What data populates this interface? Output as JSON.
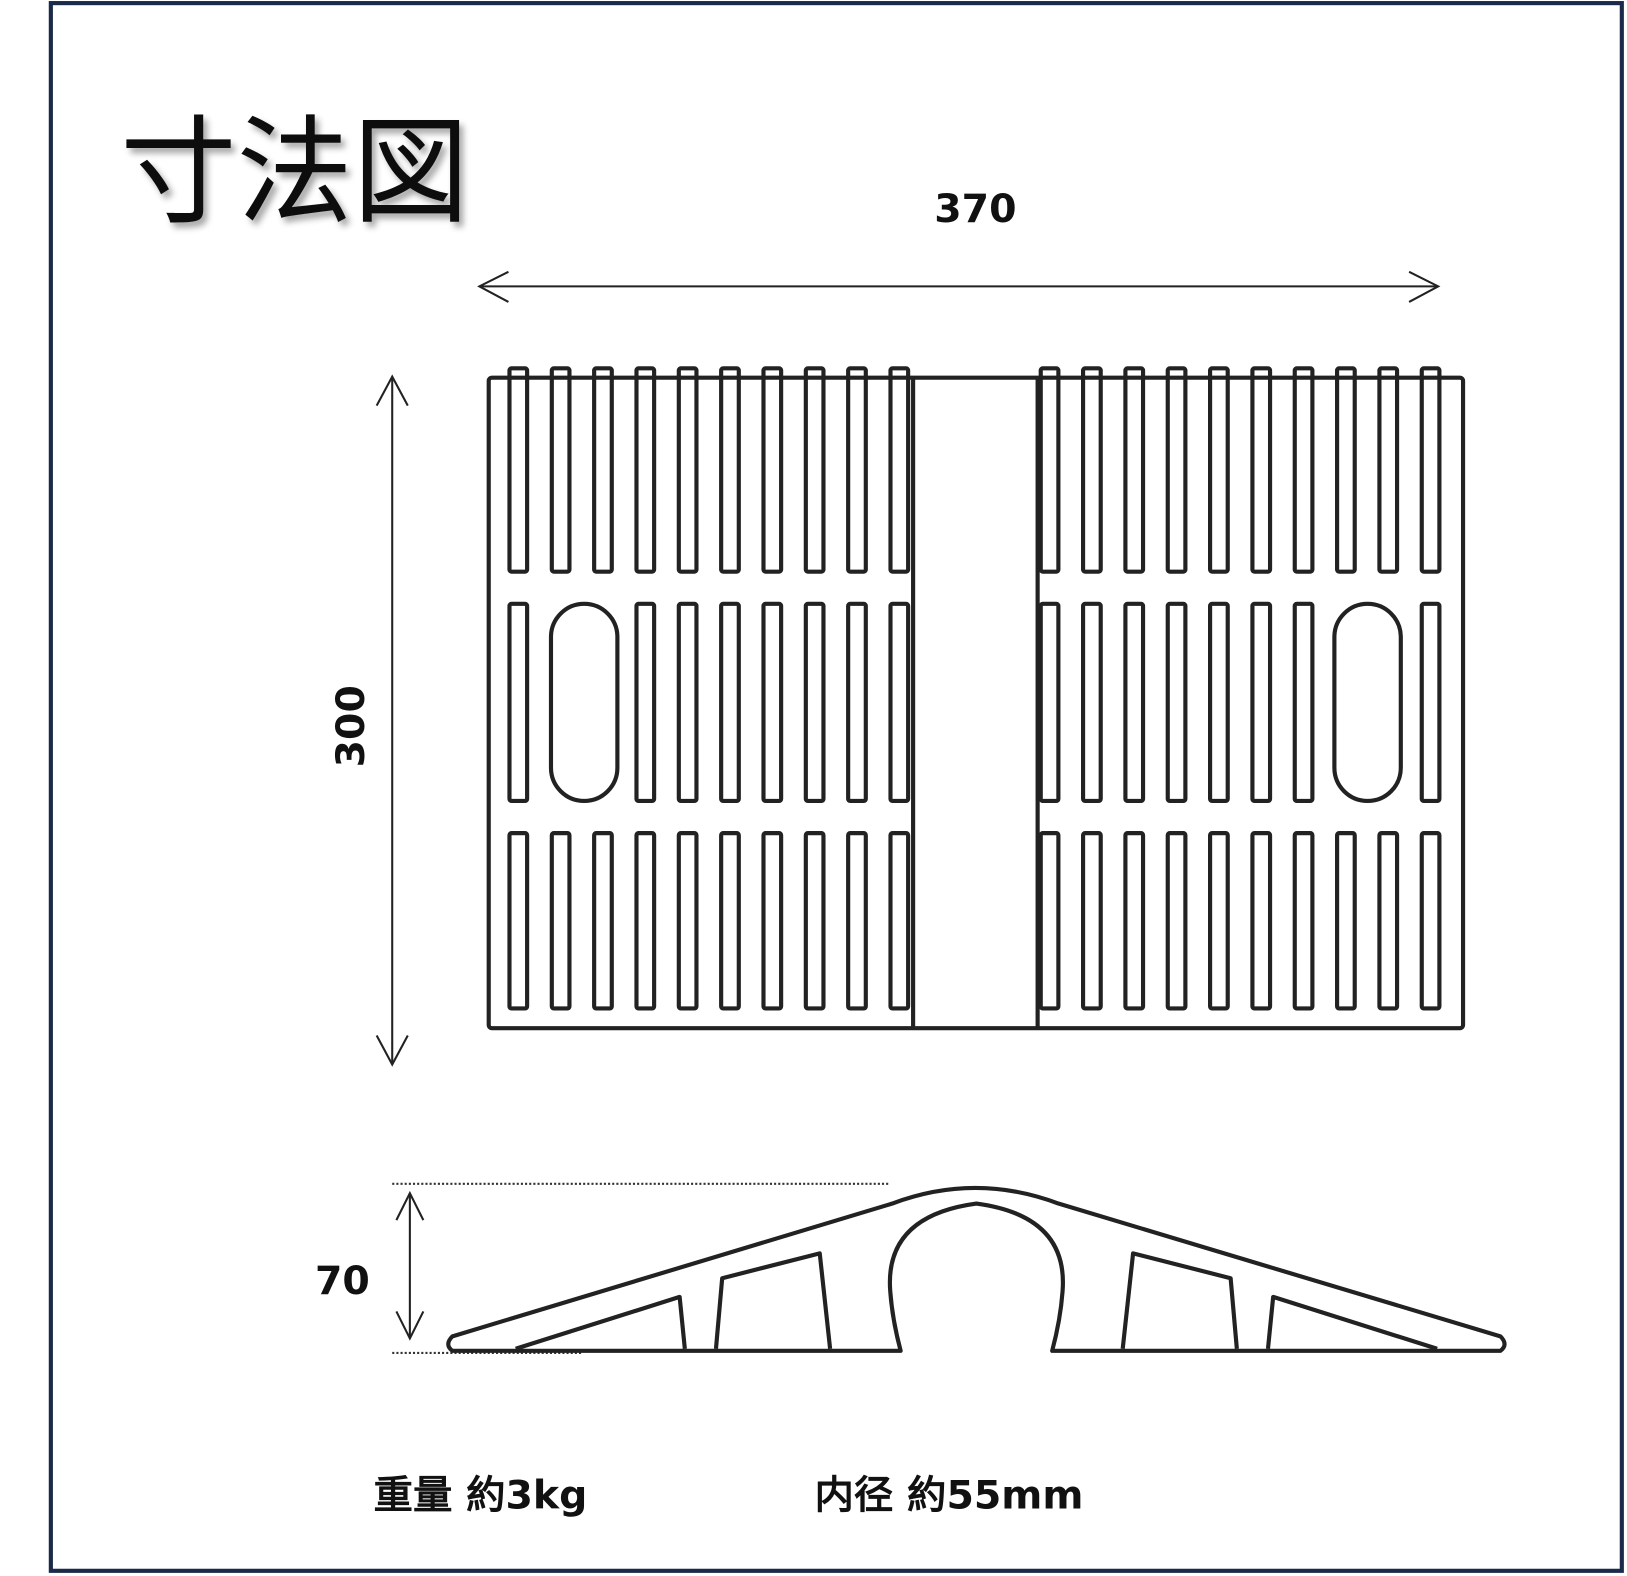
{
  "title": "寸法図",
  "dimensions": {
    "width_label": "370",
    "depth_label": "300",
    "height_label": "70"
  },
  "specs": {
    "weight": "重量 約3kg",
    "inner_diameter": "内径 約55mm"
  },
  "colors": {
    "frame": "#1b2a4a",
    "line": "#222222"
  }
}
